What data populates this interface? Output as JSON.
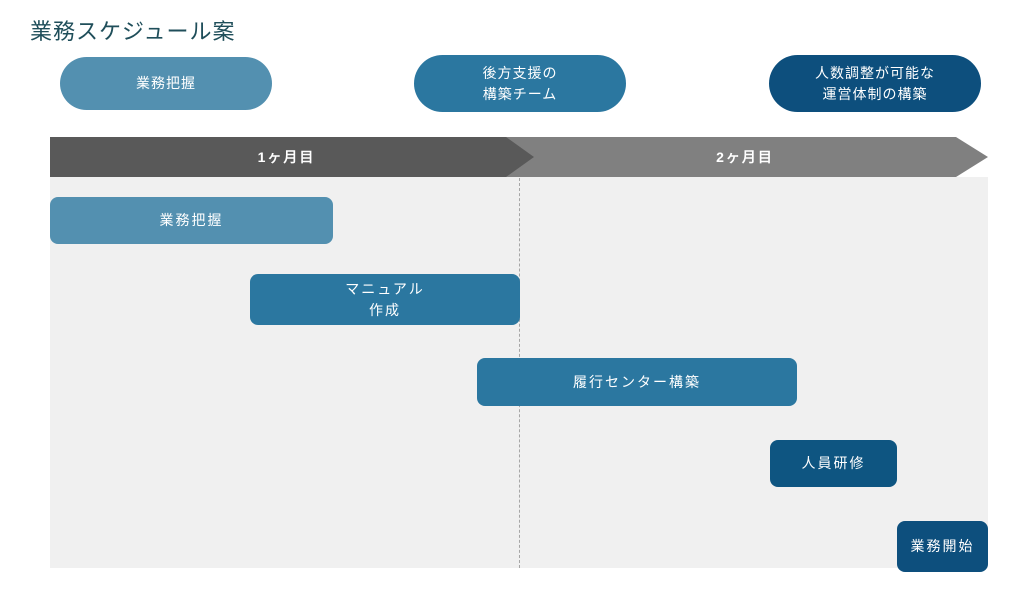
{
  "title": "業務スケジュール案",
  "goals": [
    {
      "lines": [
        "業務把握"
      ],
      "color": "#5390b0"
    },
    {
      "lines": [
        "後方支援の",
        "構築チーム"
      ],
      "color": "#2b77a0"
    },
    {
      "lines": [
        "人数調整が可能な",
        "運営体制の構築"
      ],
      "color": "#0d4f7d"
    }
  ],
  "timeline": {
    "periods": [
      {
        "label": "1ヶ月目",
        "color": "#595959"
      },
      {
        "label": "2ヶ月目",
        "color": "#808080"
      }
    ],
    "divider_color": "#a6a6a6",
    "panel_color": "#f0f0f0"
  },
  "tasks": [
    {
      "lines": [
        "業務把握"
      ],
      "color": "#5390b0"
    },
    {
      "lines": [
        "マニュアル",
        "作成"
      ],
      "color": "#2b77a0"
    },
    {
      "lines": [
        "履行センター構築"
      ],
      "color": "#2b77a0"
    },
    {
      "lines": [
        "人員研修"
      ],
      "color": "#0e5581"
    },
    {
      "lines": [
        "業務開始"
      ],
      "color": "#0d4f7d"
    }
  ]
}
